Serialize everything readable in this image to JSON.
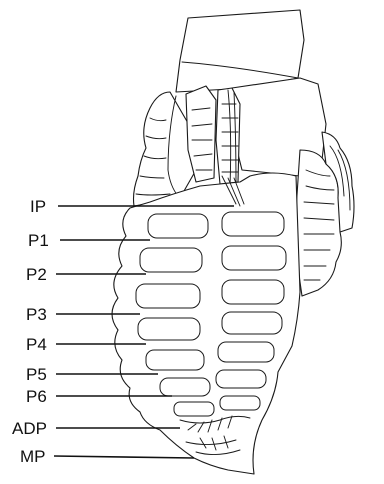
{
  "labels": {
    "ip": "IP",
    "p1": "P1",
    "p2": "P2",
    "p3": "P3",
    "p4": "P4",
    "p5": "P5",
    "p6": "P6",
    "adp": "ADP",
    "mp": "MP"
  }
}
